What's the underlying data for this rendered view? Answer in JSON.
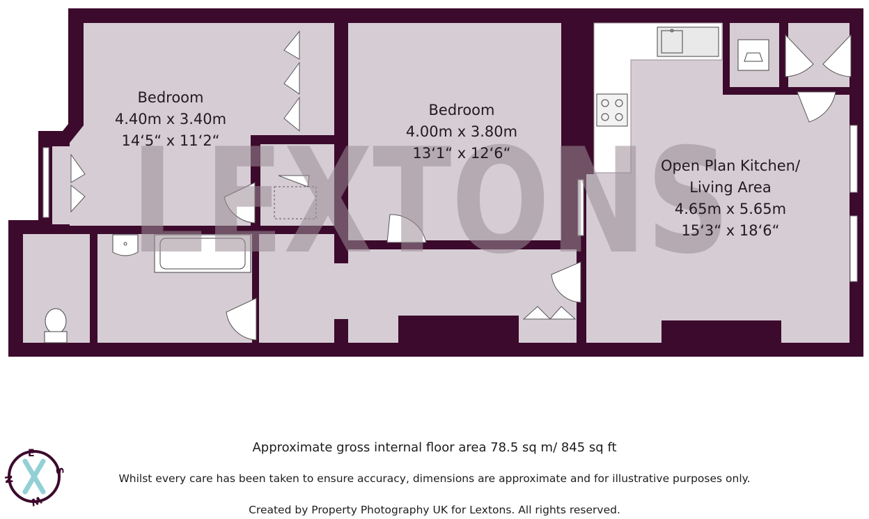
{
  "colors": {
    "wall": "#3c0a2c",
    "floor": "#d6cdd4",
    "kitchen_counter": "#ffffff",
    "watermark_dark": "#9b8c96",
    "watermark_teal": "#93d0d6",
    "compass_ring": "#3c0a2c",
    "compass_x": "#93d0d6"
  },
  "watermark": {
    "text": "LEXTONS"
  },
  "rooms": {
    "bedroom1": {
      "name": "Bedroom",
      "metric": "4.40m x 3.40m",
      "imperial": "14‘5“ x 11‘2“"
    },
    "bedroom2": {
      "name": "Bedroom",
      "metric": "4.00m x 3.80m",
      "imperial": "13‘1“ x 12‘6“"
    },
    "kitchen": {
      "name_line1": "Open Plan Kitchen/",
      "name_line2": "Living Area",
      "metric": "4.65m x 5.65m",
      "imperial": "15‘3“ x 18‘6“"
    }
  },
  "footer": {
    "area": "Approximate gross internal floor area 78.5 sq m/ 845 sq ft",
    "disclaimer": "Whilst every care has been taken to ensure accuracy, dimensions are approximate and for illustrative purposes only.",
    "credit": "Created by Property Photography UK for Lextons. All rights reserved."
  },
  "compass": {
    "e": "E",
    "s": "S",
    "w": "W",
    "n": "N"
  }
}
